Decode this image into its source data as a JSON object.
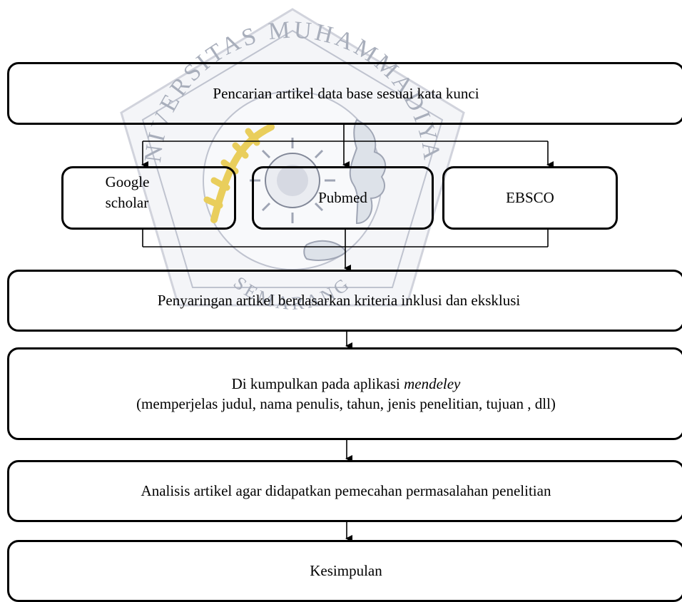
{
  "watermark": {
    "text_top": "UNIVERSITAS MUHAMMADIYAH",
    "text_bottom": "SEMARANG"
  },
  "flow": {
    "step1": "Pencarian artikel data base sesuai kata kunci",
    "sources": {
      "google_line1": "Google",
      "google_line2": "scholar",
      "pubmed": "Pubmed",
      "ebsco": "EBSCO"
    },
    "step2": "Penyaringan artikel berdasarkan kriteria inklusi dan eksklusi",
    "step3": {
      "prefix": "Di kumpulkan pada aplikasi ",
      "app": "mendeley",
      "detail": "(memperjelas judul, nama penulis, tahun, jenis penelitian, tujuan , dll)"
    },
    "step4": "Analisis artikel agar didapatkan pemecahan permasalahan penelitian",
    "step5": "Kesimpulan"
  }
}
